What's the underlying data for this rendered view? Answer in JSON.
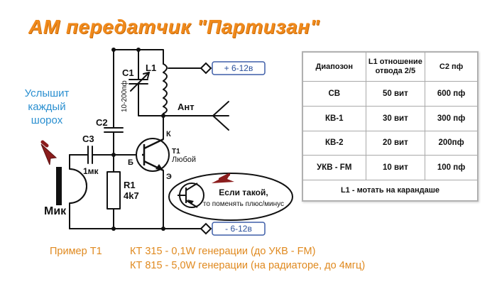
{
  "title": "АМ передатчик  \"Партизан\"",
  "mic_caption": [
    "Услышит",
    "каждый",
    "шорох"
  ],
  "labels": {
    "c1": "C1",
    "c1_value": "10-200пф",
    "l1": "L1",
    "c2": "C2",
    "c3": "C3",
    "c3_value": "1мк",
    "r1": "R1",
    "r1_value": "4k7",
    "mic": "Мик",
    "ant": "Ант",
    "collector": "К",
    "base": "Б",
    "emitter": "Э",
    "t1": "Т1",
    "t1_note": "Любой",
    "plus_supply": "+ 6-12в",
    "minus_supply": "- 6-12в",
    "pnp_note_1": "Если такой,",
    "pnp_note_2": "то поменять плюс/минус"
  },
  "table": {
    "headers": [
      "Диапозон",
      "L1 отношение отвода 2/5",
      "C2 пф"
    ],
    "rows": [
      [
        "СВ",
        "50 вит",
        "600 пф"
      ],
      [
        "КВ-1",
        "30 вит",
        "300 пф"
      ],
      [
        "КВ-2",
        "20 вит",
        "200пф"
      ],
      [
        "УКВ - FM",
        "10 вит",
        "100 пф"
      ]
    ],
    "note": "L1 - мотать на карандаше"
  },
  "example": {
    "label": "Пример Т1",
    "line1": "КТ 315 - 0,1W генерации (до УКВ - FM)",
    "line2": "КТ 815 - 5,0W генерации (на радиаторе, до 4мгц)"
  }
}
